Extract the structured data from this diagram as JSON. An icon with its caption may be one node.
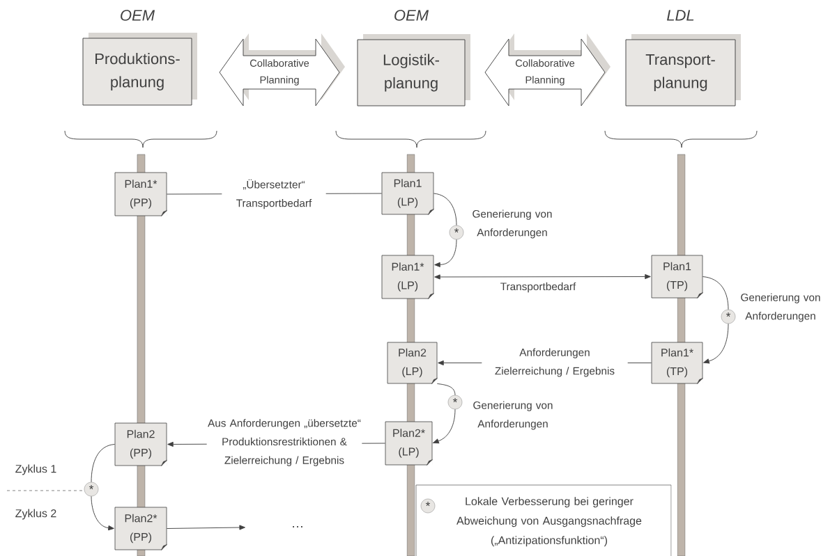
{
  "diagram": {
    "nodes": [
      {
        "text": [
          "Produktions-planung"
        ],
        "beside": [
          "OEM"
        ]
      },
      {
        "text": [
          "Collaborative Planning"
        ]
      },
      {
        "text": [
          "Logistik-planung"
        ],
        "beside": [
          "OEM"
        ]
      },
      {
        "text": [
          "Collaborative Planning"
        ]
      },
      {
        "text": [
          "Transport-planung"
        ],
        "beside": [
          "LDL"
        ]
      },
      {
        "text": [
          "Plan1* (PP)"
        ]
      },
      {
        "text": [
          "Plan1 (LP)"
        ]
      },
      {
        "text": [
          "Plan1* (LP)"
        ]
      },
      {
        "text": [
          "Plan1 (TP)"
        ]
      },
      {
        "text": [
          "Plan2 (LP)"
        ]
      },
      {
        "text": [
          "Plan1* (TP)"
        ]
      },
      {
        "text": [
          "Plan2 (PP)"
        ]
      },
      {
        "text": [
          "Plan2* (LP)"
        ]
      },
      {
        "text": [
          "Plan2* (PP)"
        ]
      },
      {
        "text": [
          "…"
        ]
      },
      {
        "text": [
          "*",
          "Lokale Verbesserung bei geringer Abweichung von Ausgangsnachfrage („Antizipationsfunktion“)"
        ]
      },
      {
        "text": [
          "*"
        ]
      },
      {
        "text": [
          "*"
        ]
      },
      {
        "text": [
          "*"
        ]
      },
      {
        "text": [
          "*"
        ]
      }
    ],
    "edges": [
      {
        "from": 5,
        "to": 6,
        "arrow": "none",
        "label": "„Übersetzter“ Transportbedarf"
      },
      {
        "from": 6,
        "to": 16,
        "arrow": "none",
        "label": "Generierung von Anforderungen"
      },
      {
        "from": 16,
        "to": 7,
        "arrow": "to"
      },
      {
        "from": 7,
        "to": 8,
        "arrow": "both",
        "label": "Transportbedarf"
      },
      {
        "from": 8,
        "to": 17,
        "arrow": "none",
        "label": "Generierung von Anforderungen"
      },
      {
        "from": 17,
        "to": 10,
        "arrow": "to"
      },
      {
        "from": 10,
        "to": 9,
        "arrow": "to",
        "label": "Anforderungen Zielerreichung / Ergebnis"
      },
      {
        "from": 9,
        "to": 18,
        "arrow": "none",
        "label": "Generierung von Anforderungen"
      },
      {
        "from": 18,
        "to": 12,
        "arrow": "to"
      },
      {
        "from": 12,
        "to": 11,
        "arrow": "to",
        "label": "Aus Anforderungen „übersetzte“ Produktionsrestriktionen & Zielerreichung / Ergebnis"
      },
      {
        "from": 11,
        "to": 19,
        "arrow": "none"
      },
      {
        "from": 19,
        "to": 13,
        "arrow": "to"
      },
      {
        "from": 13,
        "to": 14,
        "arrow": "to"
      }
    ],
    "labels": [
      "Zyklus 1",
      "Zyklus 2"
    ]
  }
}
